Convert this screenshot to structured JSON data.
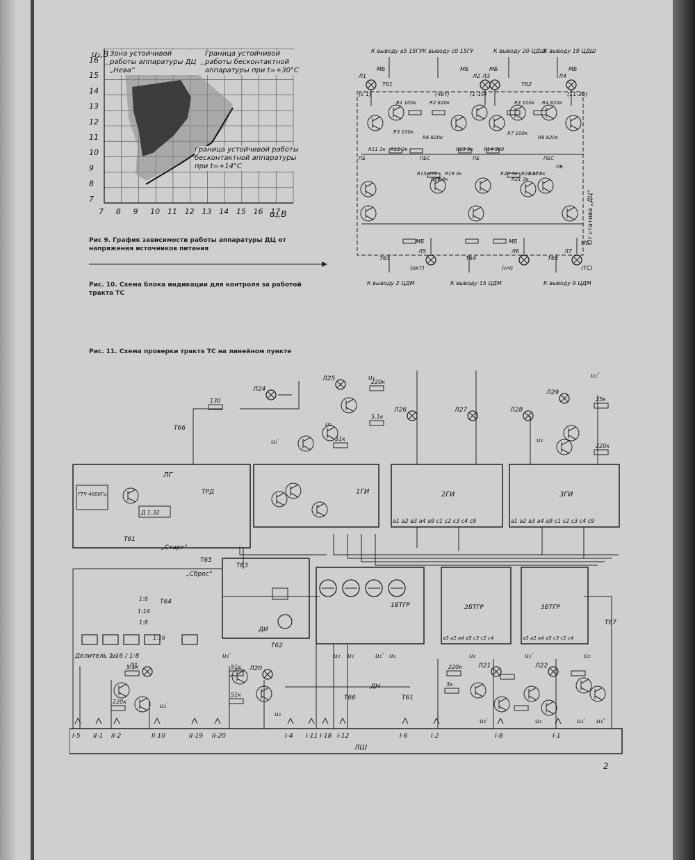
{
  "figure9": {
    "caption": "Рис 9. График зависимости работы аппаратуры ДЦ от напряжения источников питания",
    "y_axis_label": "u₁,В",
    "x_axis_label": "u₂,В",
    "y_ticks": [
      "16",
      "15",
      "14",
      "13",
      "12",
      "11",
      "10",
      "9",
      "8",
      "7"
    ],
    "x_ticks": [
      "7",
      "8",
      "9",
      "10",
      "11",
      "12",
      "13",
      "14",
      "15",
      "16",
      "17"
    ],
    "annotation_zone": "Зона устойчивой работы аппаратуры ДЦ „Нева“",
    "annotation_upper": "Граница устойчивой работы бесконтактной аппаратуры при t=+30°C",
    "annotation_lower": "Граница устойчивой работы бесконтактной аппаратуры при t=+14°C"
  },
  "figure10": {
    "caption": "Рис. 10. Схема блока индикации для контроля за работой тракта ТС",
    "top_labels": [
      "К выводу а5 15ГУ",
      "К выводу с0 15ГУ",
      "К выводу 20 ЦДШ",
      "К выводу 19 ЦДШ"
    ],
    "bottom_labels": [
      "К выводу 2 ЦДМ",
      "К выводу 15 ЦДМ",
      "К выводу 9 ЦДМ"
    ],
    "lamps": [
      "Л1",
      "Л2",
      "Л3",
      "Л4",
      "Л5",
      "Л6",
      "Л7"
    ],
    "lamp_notes": [
      "(с 1)",
      "(чет)",
      "(1-10)",
      "(11-20)",
      "(окт)",
      "(нч)",
      "(ТС)"
    ],
    "side_label": "От статива „ДЦ“",
    "buttons": [
      "Т61",
      "Т62",
      "Т63",
      "Т64",
      "Т65"
    ],
    "resistors": [
      "R1 100к",
      "R2 820к",
      "R3 100к",
      "R4 820к",
      "R5 100к",
      "R6 820к",
      "R7 100к",
      "R8 820к",
      "R11 3к",
      "R12 3к",
      "R13 3к",
      "R14 360",
      "R15 470",
      "R16 3к",
      "R19 3к",
      "R20 3к",
      "R21 3к",
      "R23 470",
      "R24 3к"
    ],
    "power": [
      "МБ",
      "ПБ",
      "ПБС"
    ]
  },
  "figure11": {
    "caption": "Рис. 11. Схема проверки тракта ТС на линейном пункте",
    "blocks": [
      "ЛГ",
      "1ГИ",
      "2ГИ",
      "3ГИ",
      "1БТГР",
      "2БТГР",
      "3БТГР",
      "ДИ",
      "ДН",
      "ЛШ"
    ],
    "sub_blocks": [
      "ГТЧ 4000Гц",
      "Д 1:32",
      "ТРД"
    ],
    "lamps": [
      "Л24",
      "Л25",
      "Л26",
      "Л27",
      "Л28",
      "Л29",
      "Л1",
      "Л20",
      "Л21",
      "Л22"
    ],
    "buttons": [
      "Т66",
      "Т61",
      "Т65",
      "Т63",
      "Т64",
      "Т62",
      "Т67"
    ],
    "button_labels": [
      "„Старт“",
      "„Сброс“"
    ],
    "divider": "Делитель 1:16 / 1:8",
    "ratios": [
      "1:8",
      "1:16",
      "1:8",
      "1:16"
    ],
    "resistors": [
      "130",
      "220к",
      "5,1к",
      "51к",
      "25к",
      "220к",
      "5,1к",
      "220к",
      "51к",
      "51к",
      "220к",
      "3к"
    ],
    "pins_gi": "a1 a2 a3 a4 a9 c1 c2 c3 c4 c9",
    "pins_btgr": "a3 a2 a4 a5 c3 c2 c4",
    "bus_pins": [
      "I-5",
      "II-1",
      "II-2",
      "II-10",
      "II-19",
      "II-20",
      "I-4",
      "I-11",
      "I-18",
      "I-12",
      "I-6",
      "I-2",
      "I-8",
      "I-1"
    ],
    "supply": [
      "u₁",
      "u₂",
      "u₁′",
      "u₁″"
    ]
  },
  "page_number": "2"
}
